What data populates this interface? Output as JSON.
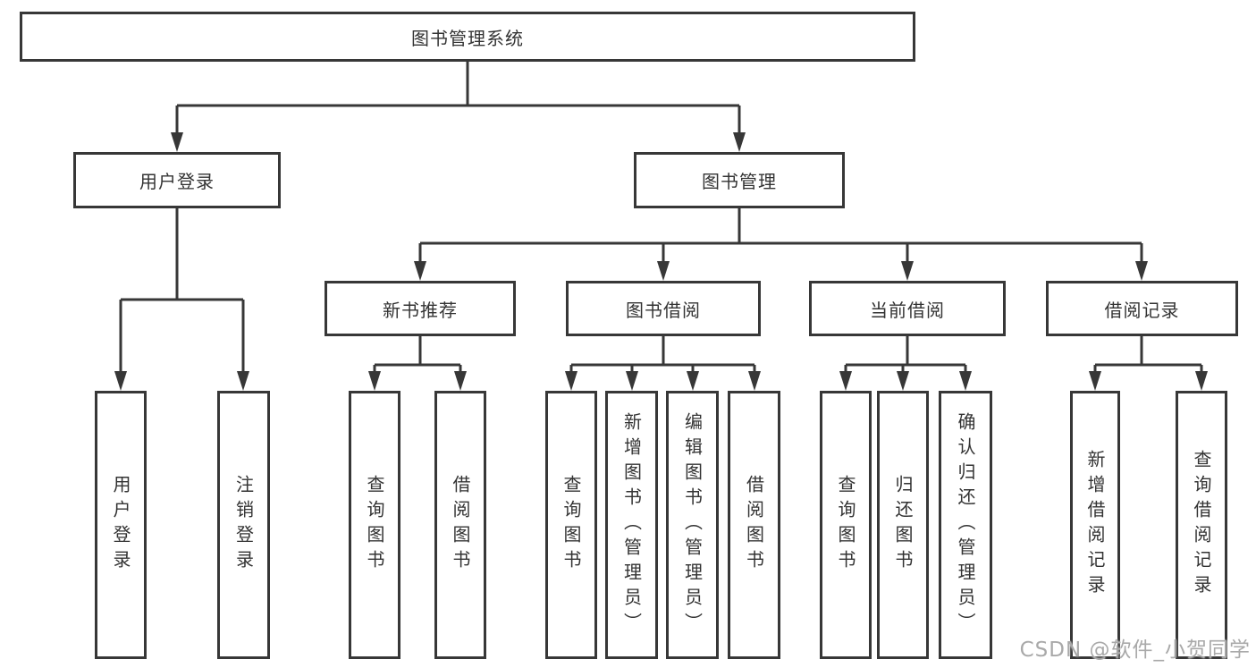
{
  "diagram_type": "hierarchy-tree",
  "colors": {
    "line": "#373737",
    "box_border": "#373737",
    "box_background": "#ffffff",
    "text": "#333333",
    "watermark": "#a9a9a9"
  },
  "tree": {
    "root": {
      "label": "图书管理系统",
      "children": [
        {
          "label": "用户登录",
          "children": [
            {
              "label": "用户登录"
            },
            {
              "label": "注销登录"
            }
          ]
        },
        {
          "label": "图书管理",
          "children": [
            {
              "label": "新书推荐",
              "children": [
                {
                  "label": "查询图书"
                },
                {
                  "label": "借阅图书"
                }
              ]
            },
            {
              "label": "图书借阅",
              "children": [
                {
                  "label": "查询图书"
                },
                {
                  "label": "新增图书（管理员）"
                },
                {
                  "label": "编辑图书（管理员）"
                },
                {
                  "label": "借阅图书"
                }
              ]
            },
            {
              "label": "当前借阅",
              "children": [
                {
                  "label": "查询图书"
                },
                {
                  "label": "归还图书"
                },
                {
                  "label": "确认归还（管理员）"
                }
              ]
            },
            {
              "label": "借阅记录",
              "children": [
                {
                  "label": "新增借阅记录"
                },
                {
                  "label": "查询借阅记录"
                }
              ]
            }
          ]
        }
      ]
    }
  },
  "watermark": {
    "text": "CSDN @软件_小贺同学"
  }
}
